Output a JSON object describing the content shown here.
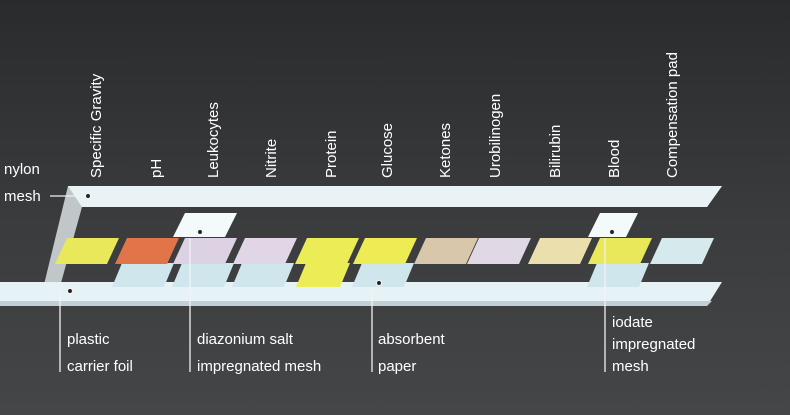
{
  "pad_labels": [
    "Specific Gravity",
    "pH",
    "Leukocytes",
    "Nitrite",
    "Protein",
    "Glucose",
    "Ketones",
    "Urobilinogen",
    "Bilirubin",
    "Blood",
    "Compensation pad"
  ],
  "callouts": {
    "nylon_mesh": [
      "nylon",
      "mesh"
    ],
    "plastic_carrier_foil": [
      "plastic",
      "carrier foil"
    ],
    "diazonium_salt_mesh": [
      "diazonium salt",
      "impregnated mesh"
    ],
    "absorbent_paper": [
      "absorbent",
      "paper"
    ],
    "iodate_mesh": [
      "iodate",
      "impregnated",
      "mesh"
    ]
  },
  "colors": {
    "specific_gravity_pad": "#e9e85a",
    "ph_pad": "#e2744a",
    "leukocytes_pad": "#ddd2e4",
    "nitrite_pad": "#e0d6e6",
    "protein_pad": "#ecec56",
    "glucose_pad": "#edec55",
    "ketones_pad": "#d8c7ab",
    "urobilinogen_pad": "#e1d8e6",
    "bilirubin_pad": "#ecdfae",
    "blood_pad": "#e9e85a",
    "compensation_pad": "#d6eaee",
    "foil": "#e6f2f6",
    "mesh_blue": "#cfe6ec"
  }
}
